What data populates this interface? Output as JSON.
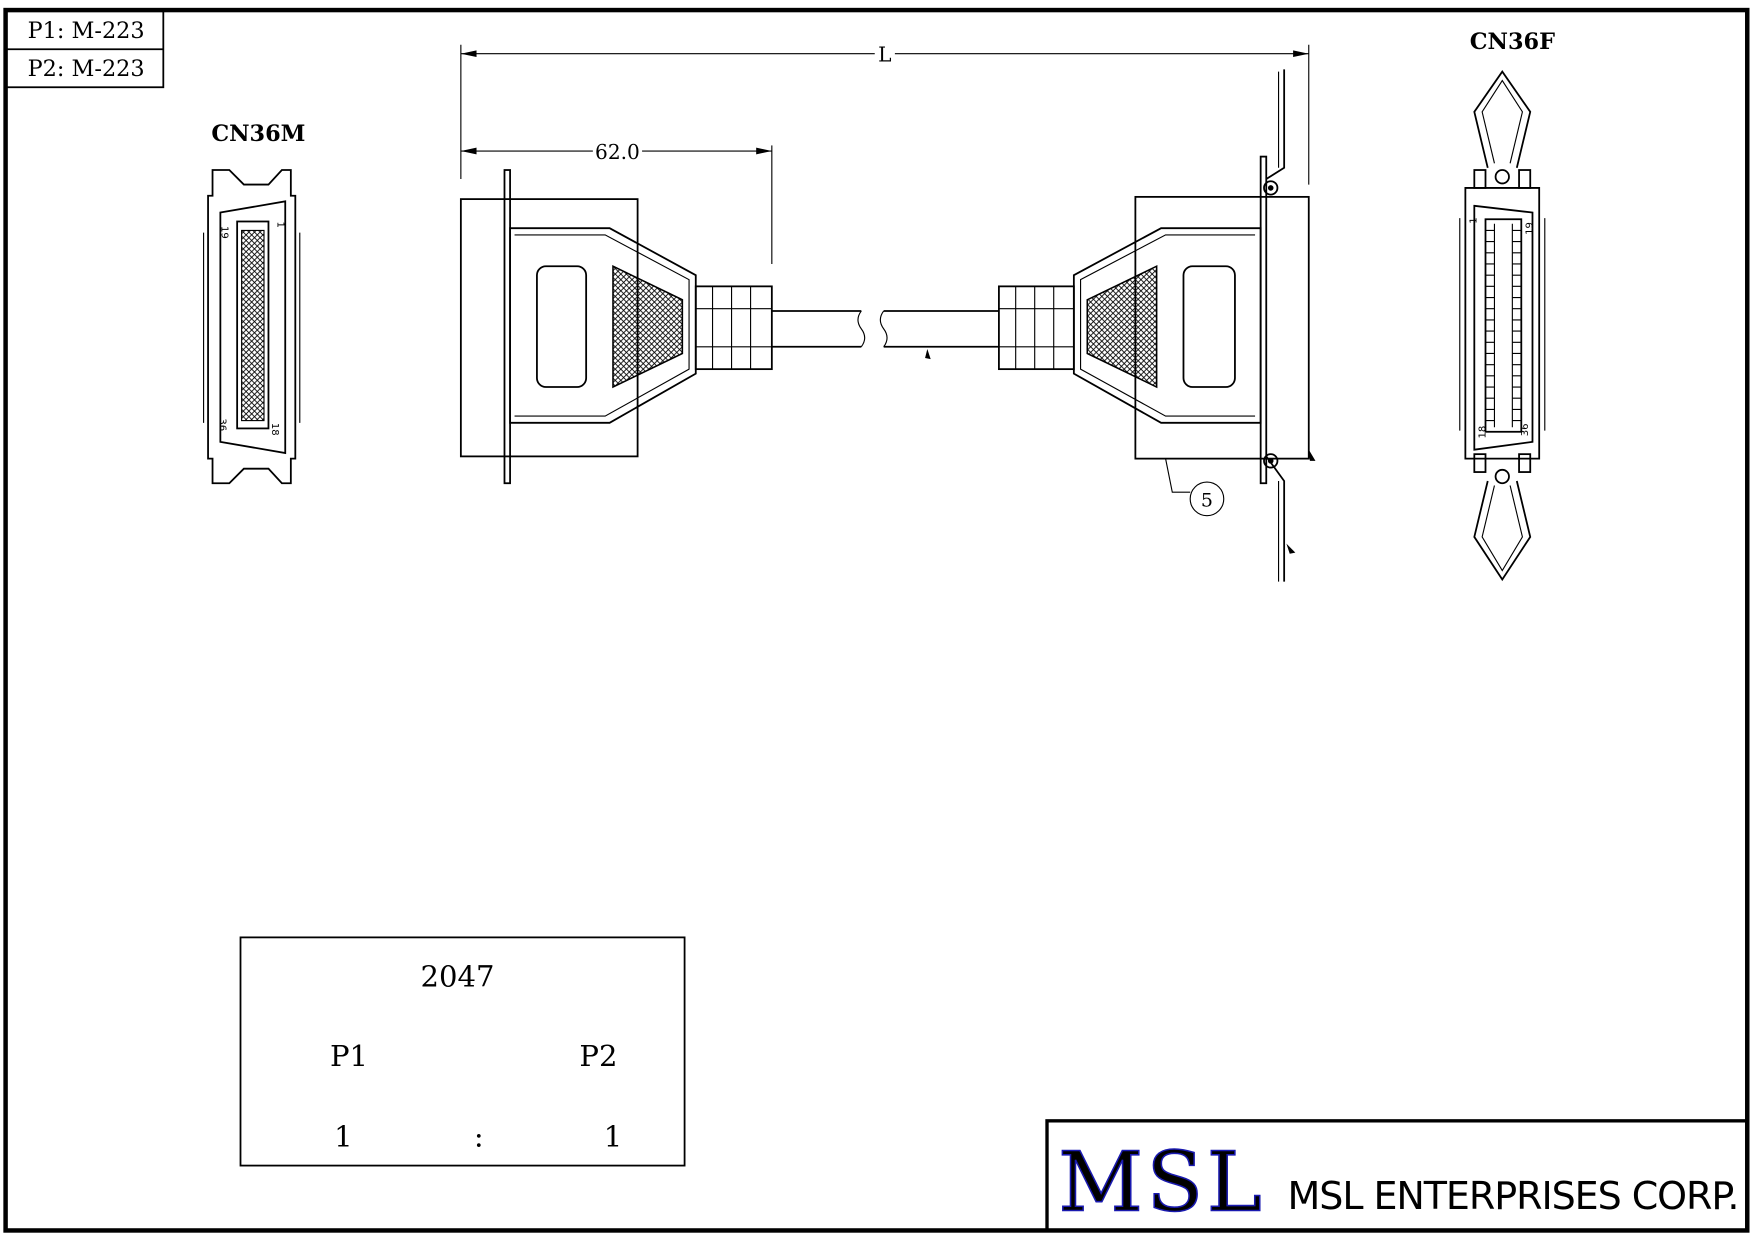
{
  "part_labels": {
    "p1": "P1: M-223",
    "p2": "P2: M-223"
  },
  "connectors": {
    "left": {
      "name": "CN36M",
      "pins": {
        "p1": "1",
        "p19": "19",
        "p18": "18",
        "p36": "36"
      }
    },
    "right": {
      "name": "CN36F",
      "pins": {
        "p1": "1",
        "p19": "19",
        "p18": "18",
        "p36": "36"
      }
    }
  },
  "dimensions": {
    "overall": "L",
    "connector_length": "62.0"
  },
  "balloon": "5",
  "wiring_table": {
    "part_number": "2047",
    "col1": "P1",
    "col2": "P2",
    "row": {
      "p1": "1",
      "sep": ":",
      "p2": "1"
    }
  },
  "title_block": {
    "logo": "MSL",
    "company": "MSL ENTERPRISES CORP.",
    "logo_color": "#1a1ab0"
  }
}
